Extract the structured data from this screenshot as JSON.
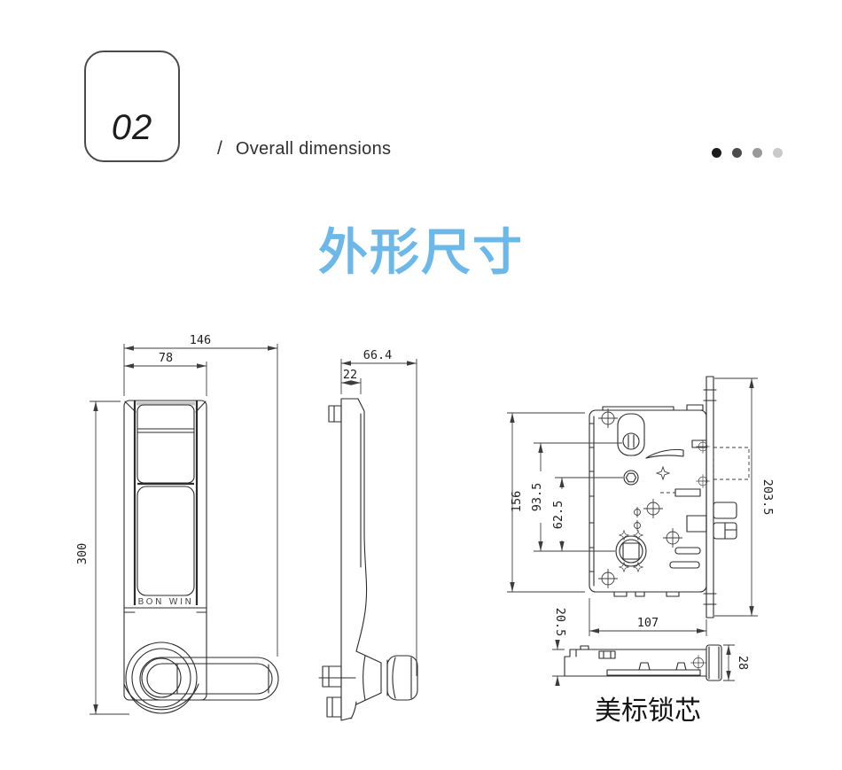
{
  "header": {
    "badge_number": "02",
    "separator": "/",
    "section_label": "Overall dimensions",
    "dot_colors": [
      "#1b1b1b",
      "#4c4c4c",
      "#9a9a9a",
      "#c9c9c9"
    ]
  },
  "title": {
    "text": "外形尺寸",
    "color": "#6cb8e9"
  },
  "front_view": {
    "logo": "BON WIN",
    "dim_total_width": "146",
    "dim_plate_width": "78",
    "dim_height": "300"
  },
  "side_view": {
    "dim_total_depth": "66.4",
    "dim_plate_depth": "22"
  },
  "mortise_view": {
    "dim_case_height": "156",
    "dim_cylinder_to_hub": "93.5",
    "dim_hex_to_hub": "62.5",
    "dim_faceplate_height": "203.5",
    "dim_case_width": "107",
    "dim_body_thickness": "20.5",
    "dim_faceplate_width": "28",
    "caption": "美标锁芯"
  }
}
